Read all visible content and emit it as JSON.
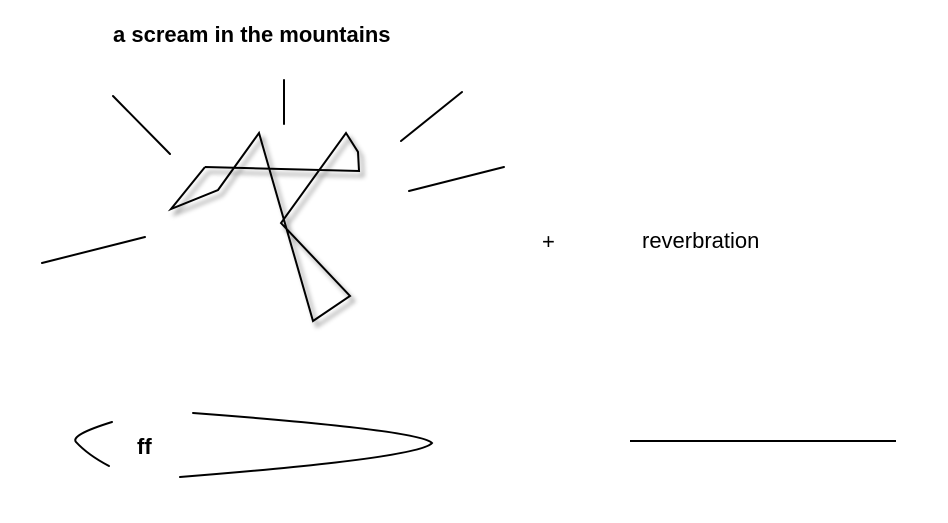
{
  "title": "a scream in the mountains",
  "operator": "+",
  "effect_label": "reverbration",
  "dynamic_marking": "ff",
  "colors": {
    "ink": "#000000",
    "shadow": "#00000055",
    "background": "#ffffff"
  }
}
